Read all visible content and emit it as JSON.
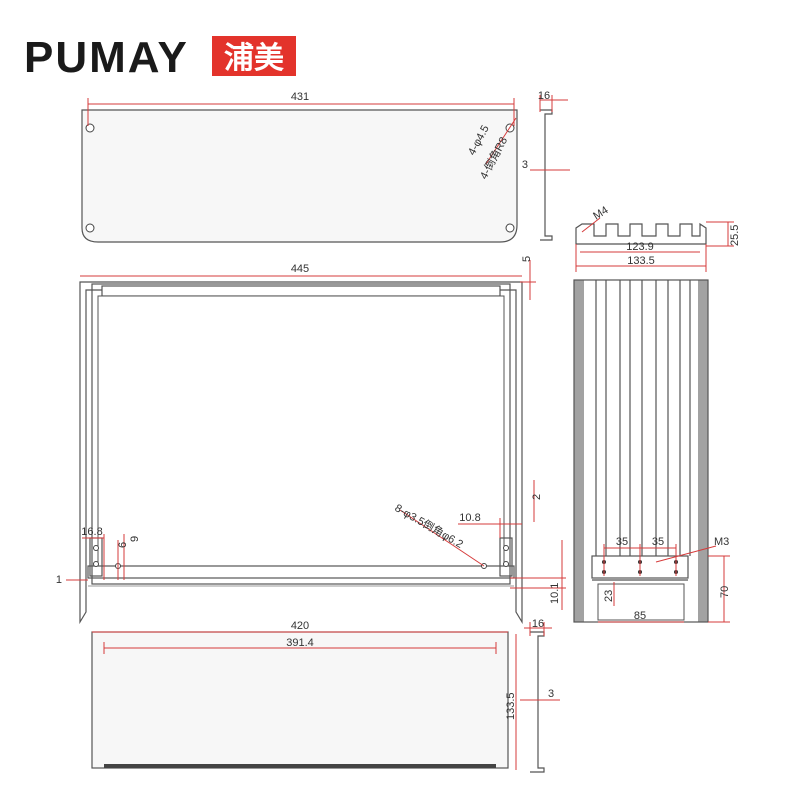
{
  "brand": {
    "latin": "PUMAY",
    "chinese": "浦美",
    "brand_color": "#e3332b",
    "text_color": "#1a1a1a"
  },
  "dimension_color": "#d63b3b",
  "dimensions": {
    "top_plate_width": "431",
    "top_plate_flange": "16",
    "top_plate_thickness": "3",
    "hole_spec": "4-φ4.5",
    "chamfer_spec": "4-倒角R8",
    "profile_inner": "123.9",
    "profile_outer": "133.5",
    "profile_thread": "M4",
    "profile_height": "25.5",
    "frame_width": "445",
    "frame_top_offset": "5",
    "frame_gap": "2",
    "frame_bracket_width": "10.8",
    "frame_hole_spec": "8-φ3.5倒角φ6.2",
    "left_offset_a": "16.8",
    "left_offset_b": "9",
    "left_offset_c": "6",
    "left_edge": "1",
    "right_height": "10.1",
    "side_pitch_a": "35",
    "side_pitch_b": "35",
    "side_thread": "M3",
    "side_window_h": "23",
    "side_window_w": "85",
    "side_height": "70",
    "bottom_outer": "420",
    "bottom_inner": "391.4",
    "bottom_flange": "16",
    "bottom_thickness": "3",
    "bottom_depth": "133.5"
  }
}
